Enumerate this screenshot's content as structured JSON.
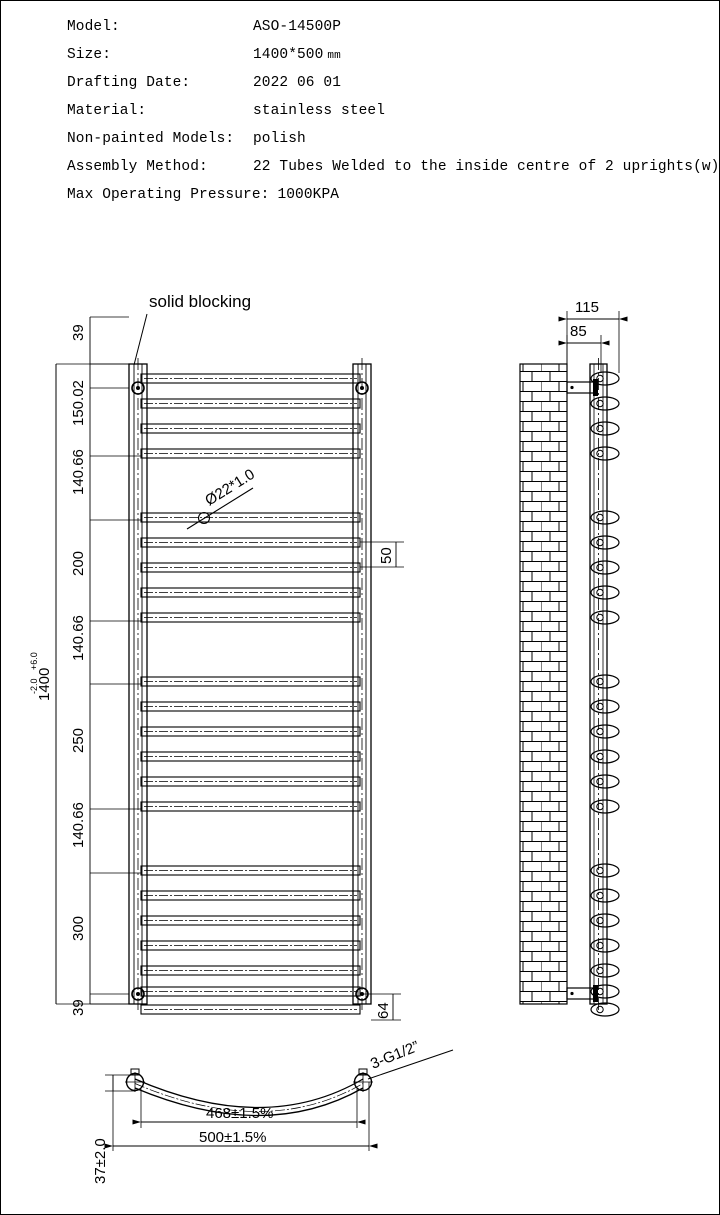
{
  "spec": {
    "rows": [
      {
        "label": "Model:",
        "value": "ASO-14500P",
        "unit": ""
      },
      {
        "label": "Size:",
        "value": "1400*500",
        "unit": "mm"
      },
      {
        "label": "Drafting Date:",
        "value": "2022 06 01",
        "unit": ""
      },
      {
        "label": "Material:",
        "value": "stainless steel",
        "unit": ""
      },
      {
        "label": "Non-painted Models:",
        "value": "polish",
        "unit": ""
      },
      {
        "label": "Assembly Method:",
        "value": "22 Tubes Welded to the inside centre of 2 uprights(w)",
        "unit": ""
      },
      {
        "label": "Max Operating Pressure:",
        "value": "1000KPA",
        "unit": ""
      }
    ]
  },
  "front_view": {
    "note_solid_blocking": "solid blocking",
    "tube_callout": "Ø22*1.0",
    "overall_height": "1400",
    "tolerance_upper": "+6.0",
    "tolerance_lower": "-2.0",
    "left_dims": [
      "39",
      "150.02",
      "140.66",
      "200",
      "140.66",
      "250",
      "140.66",
      "300",
      "39"
    ],
    "right_dim_tube_pitch": "50",
    "right_dim_bottom": "64"
  },
  "side_view": {
    "dim_total_depth": "115",
    "dim_bracket_depth": "85"
  },
  "bottom_view": {
    "dim_inner_width": "468±1.5%",
    "dim_outer_width": "500±1.5%",
    "dim_curve_depth": "37±2.0",
    "thread_callout": "3-G1/2”"
  }
}
